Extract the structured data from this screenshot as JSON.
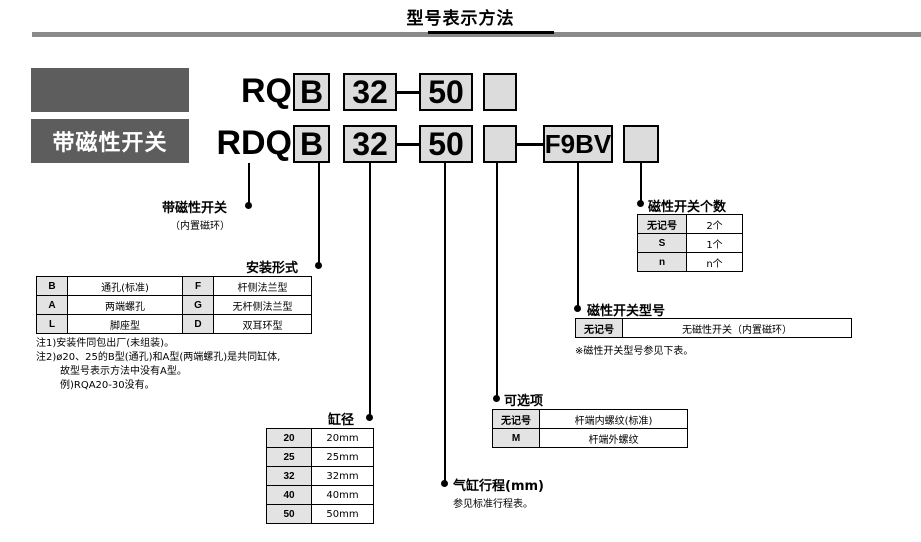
{
  "header": {
    "title": "型号表示方法"
  },
  "tags": {
    "magnetic": "带磁性开关"
  },
  "code_row1": {
    "prefix": "RQ",
    "b": "B",
    "bore": "32",
    "stroke": "50"
  },
  "code_row2": {
    "prefix": "RDQ",
    "b": "B",
    "bore": "32",
    "stroke": "50",
    "switch": "F9BV"
  },
  "with_switch": {
    "label": "带磁性开关",
    "sublabel": "（内置磁环）"
  },
  "mounting": {
    "label": "安装形式",
    "rows": [
      [
        "B",
        "通孔(标准)",
        "F",
        "杆侧法兰型"
      ],
      [
        "A",
        "两端螺孔",
        "G",
        "无杆侧法兰型"
      ],
      [
        "L",
        "脚座型",
        "D",
        "双耳环型"
      ]
    ],
    "notes": [
      "注1)安装件同包出厂(未组装)。",
      "注2)ø20、25的B型(通孔)和A型(两端螺孔)是共同缸体,",
      "故型号表示方法中没有A型。",
      "例)RQA20-30没有。"
    ]
  },
  "bore": {
    "label": "缸径",
    "rows": [
      [
        "20",
        "20mm"
      ],
      [
        "25",
        "25mm"
      ],
      [
        "32",
        "32mm"
      ],
      [
        "40",
        "40mm"
      ],
      [
        "50",
        "50mm"
      ]
    ]
  },
  "stroke": {
    "label": "气缸行程(mm)",
    "sublabel": "参见标准行程表。"
  },
  "option": {
    "label": "可选项",
    "rows": [
      [
        "无记号",
        "杆端内螺纹(标准)"
      ],
      [
        "M",
        "杆端外螺纹"
      ]
    ]
  },
  "switch_type": {
    "label": "磁性开关型号",
    "rows": [
      [
        "无记号",
        "无磁性开关（内置磁环）"
      ]
    ],
    "note": "※磁性开关型号参见下表。"
  },
  "switch_count": {
    "label": "磁性开关个数",
    "rows": [
      [
        "无记号",
        "2个"
      ],
      [
        "S",
        "1个"
      ],
      [
        "n",
        "n个"
      ]
    ]
  }
}
